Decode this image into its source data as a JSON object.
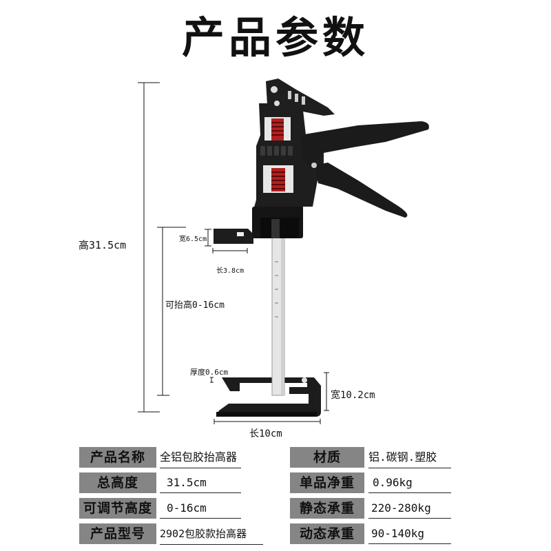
{
  "title": "产品参数",
  "dimensions": {
    "total_height": "高31.5cm",
    "lift_range": "可抬高0-16cm",
    "top_width": "宽6.5cm",
    "top_length": "长3.8cm",
    "thickness": "厚度0.6cm",
    "base_width": "宽10.2cm",
    "base_length": "长10cm"
  },
  "specs_left": [
    {
      "label": "产品名称",
      "value": "全铝包胶抬高器"
    },
    {
      "label": "总高度",
      "value": "31.5cm"
    },
    {
      "label": "可调节高度",
      "value": "0-16cm"
    },
    {
      "label": "产品型号",
      "value": "2902包胶款抬高器"
    }
  ],
  "specs_right": [
    {
      "label": "材质",
      "value": "铝.碳钢.塑胶"
    },
    {
      "label": "单品净重",
      "value": "0.96kg"
    },
    {
      "label": "静态承重",
      "value": "220-280kg"
    },
    {
      "label": "动态承重",
      "value": "90-140kg"
    }
  ],
  "colors": {
    "label_bg": "#858585",
    "tool_body": "#1a1a1a",
    "spring": "#c0392b",
    "rod": "#e8e8e8"
  }
}
